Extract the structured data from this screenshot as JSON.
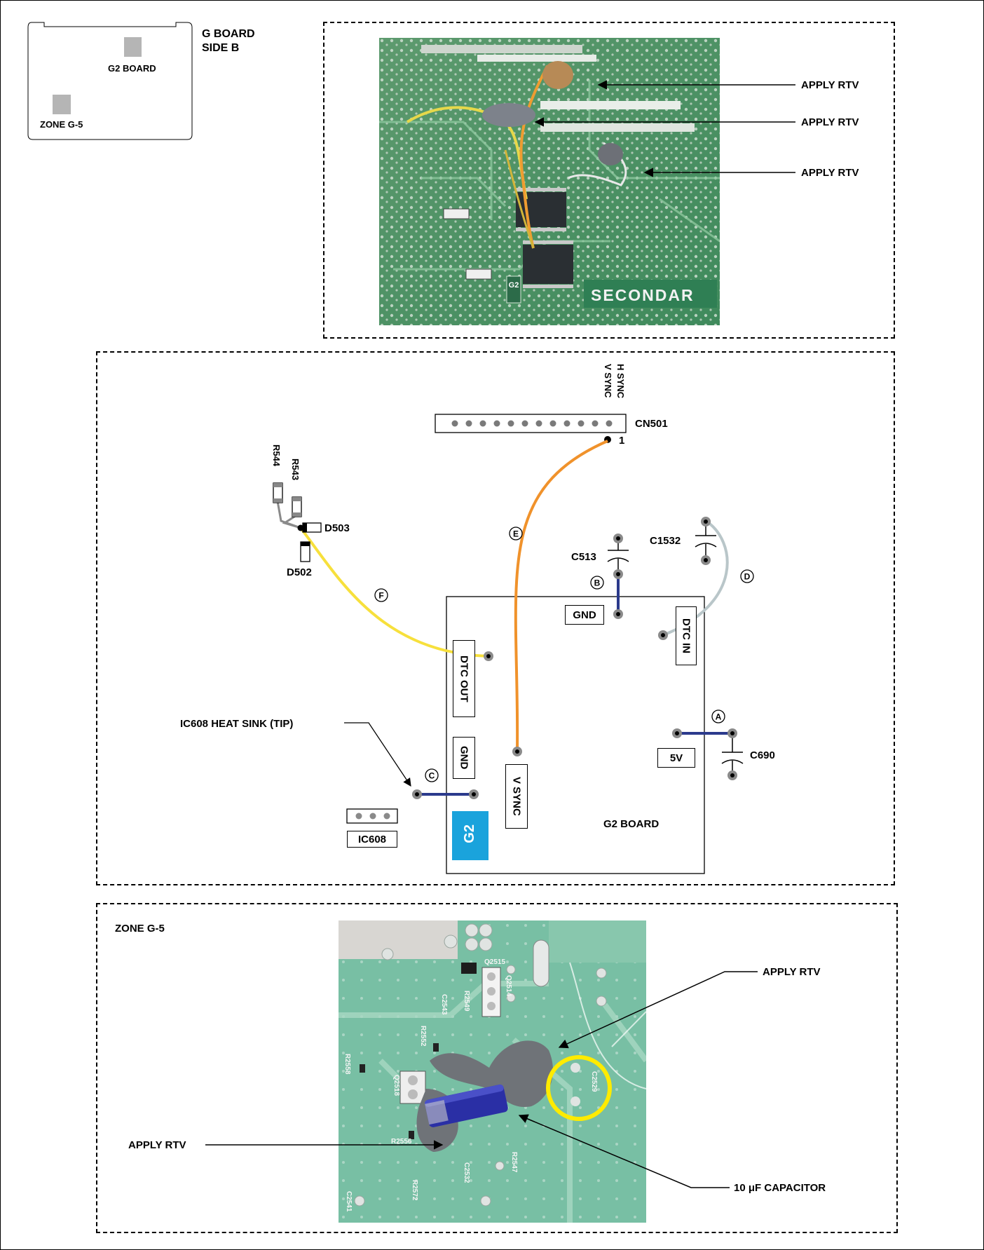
{
  "locator": {
    "board_title_line1": "G BOARD",
    "board_title_line2": "SIDE B",
    "g2_board": "G2 BOARD",
    "zone": "ZONE G-5"
  },
  "top_photo": {
    "callouts": [
      "APPLY RTV",
      "APPLY RTV",
      "APPLY RTV"
    ],
    "silk_label": "SECONDAR",
    "board_tag": "G2"
  },
  "schematic": {
    "connector": "CN501",
    "connector_pin": "1",
    "pin_labels": [
      "H SYNC",
      "V SYNC"
    ],
    "resistors": [
      "R544",
      "R543"
    ],
    "diodes": [
      "D503",
      "D502"
    ],
    "capacitors": [
      "C513",
      "C1532",
      "C690"
    ],
    "circle_labels": [
      "A",
      "B",
      "C",
      "D",
      "E",
      "F"
    ],
    "board_name": "G2 BOARD",
    "board_tag": "G2",
    "pads": {
      "gnd_top": "GND",
      "dtc_in": "DTC IN",
      "dtc_out": "DTC OUT",
      "gnd_left": "GND",
      "v_sync": "V SYNC",
      "five_v": "5V"
    },
    "ic": "IC608",
    "heat_sink": "IC608 HEAT SINK (TIP)"
  },
  "bottom_photo": {
    "zone": "ZONE G-5",
    "callout_top": "APPLY RTV",
    "callout_left": "APPLY RTV",
    "callout_cap": "10 μF CAPACITOR",
    "silk": [
      "C2543",
      "R2549",
      "Q2515",
      "Q2514",
      "R2558",
      "R2552",
      "Q2518",
      "R2556",
      "C2529",
      "C2532",
      "R2547",
      "R2572",
      "C2541"
    ]
  },
  "colors": {
    "wire_orange": "#f0922b",
    "wire_yellow": "#f7e03c",
    "wire_gray": "#b9c6c9",
    "jumper_blue": "#2b3a8c",
    "g2_badge": "#1aa3dc",
    "highlight_circle": "#ffeb00"
  }
}
